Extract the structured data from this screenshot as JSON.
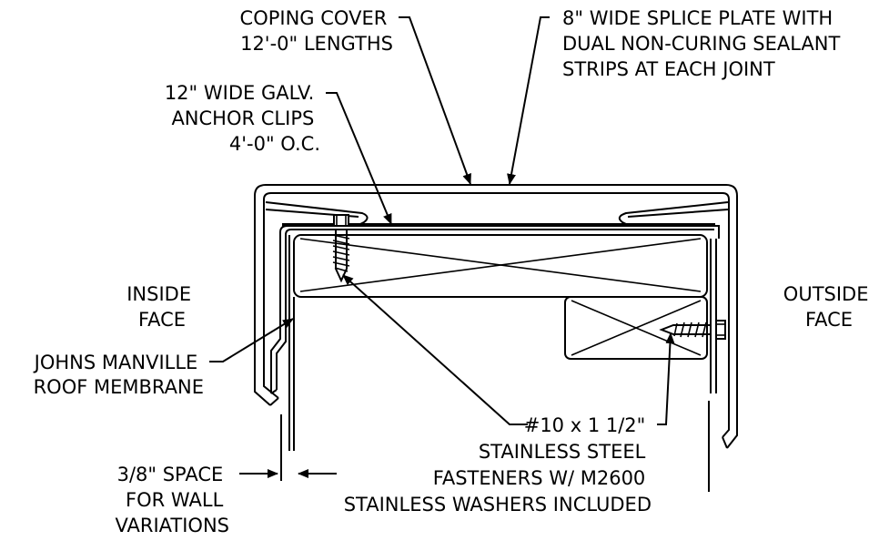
{
  "labels": {
    "coping_cover": [
      "COPING COVER",
      "12'-0\" LENGTHS"
    ],
    "splice_plate": [
      "8\" WIDE SPLICE PLATE WITH",
      "DUAL NON-CURING SEALANT",
      "STRIPS AT EACH JOINT"
    ],
    "anchor_clips": [
      "12\" WIDE GALV.",
      "ANCHOR CLIPS",
      "4'-0\" O.C."
    ],
    "inside_face": [
      "INSIDE",
      "FACE"
    ],
    "outside_face": [
      "OUTSIDE",
      "FACE"
    ],
    "membrane": [
      "JOHNS MANVILLE",
      "ROOF MEMBRANE"
    ],
    "fasteners": [
      "#10 x 1 1/2\"",
      "STAINLESS STEEL",
      "FASTENERS W/ M2600",
      "STAINLESS WASHERS INCLUDED"
    ],
    "space": [
      "3/8\" SPACE",
      "FOR WALL",
      "VARIATIONS"
    ]
  }
}
